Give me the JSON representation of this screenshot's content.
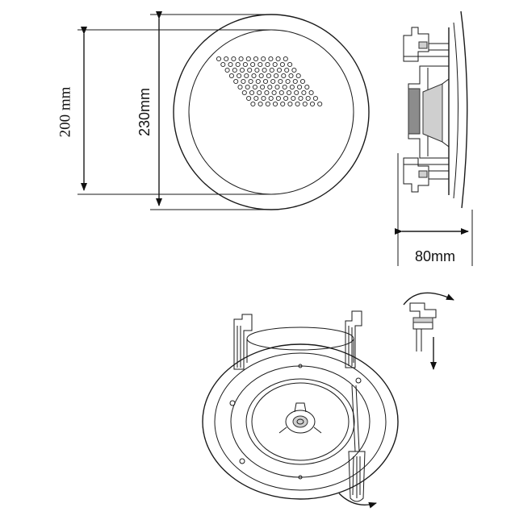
{
  "dimensions": {
    "inner_diameter": "200 mm",
    "outer_diameter": "230mm",
    "depth": "80mm"
  },
  "colors": {
    "line": "#1a1a1a",
    "shade_dark": "#8c8c8c",
    "shade_light": "#cfcfcf",
    "background": "#ffffff"
  },
  "icons": [
    "rotate-arrow-icon",
    "down-arrow-icon",
    "screwdriver-icon"
  ]
}
